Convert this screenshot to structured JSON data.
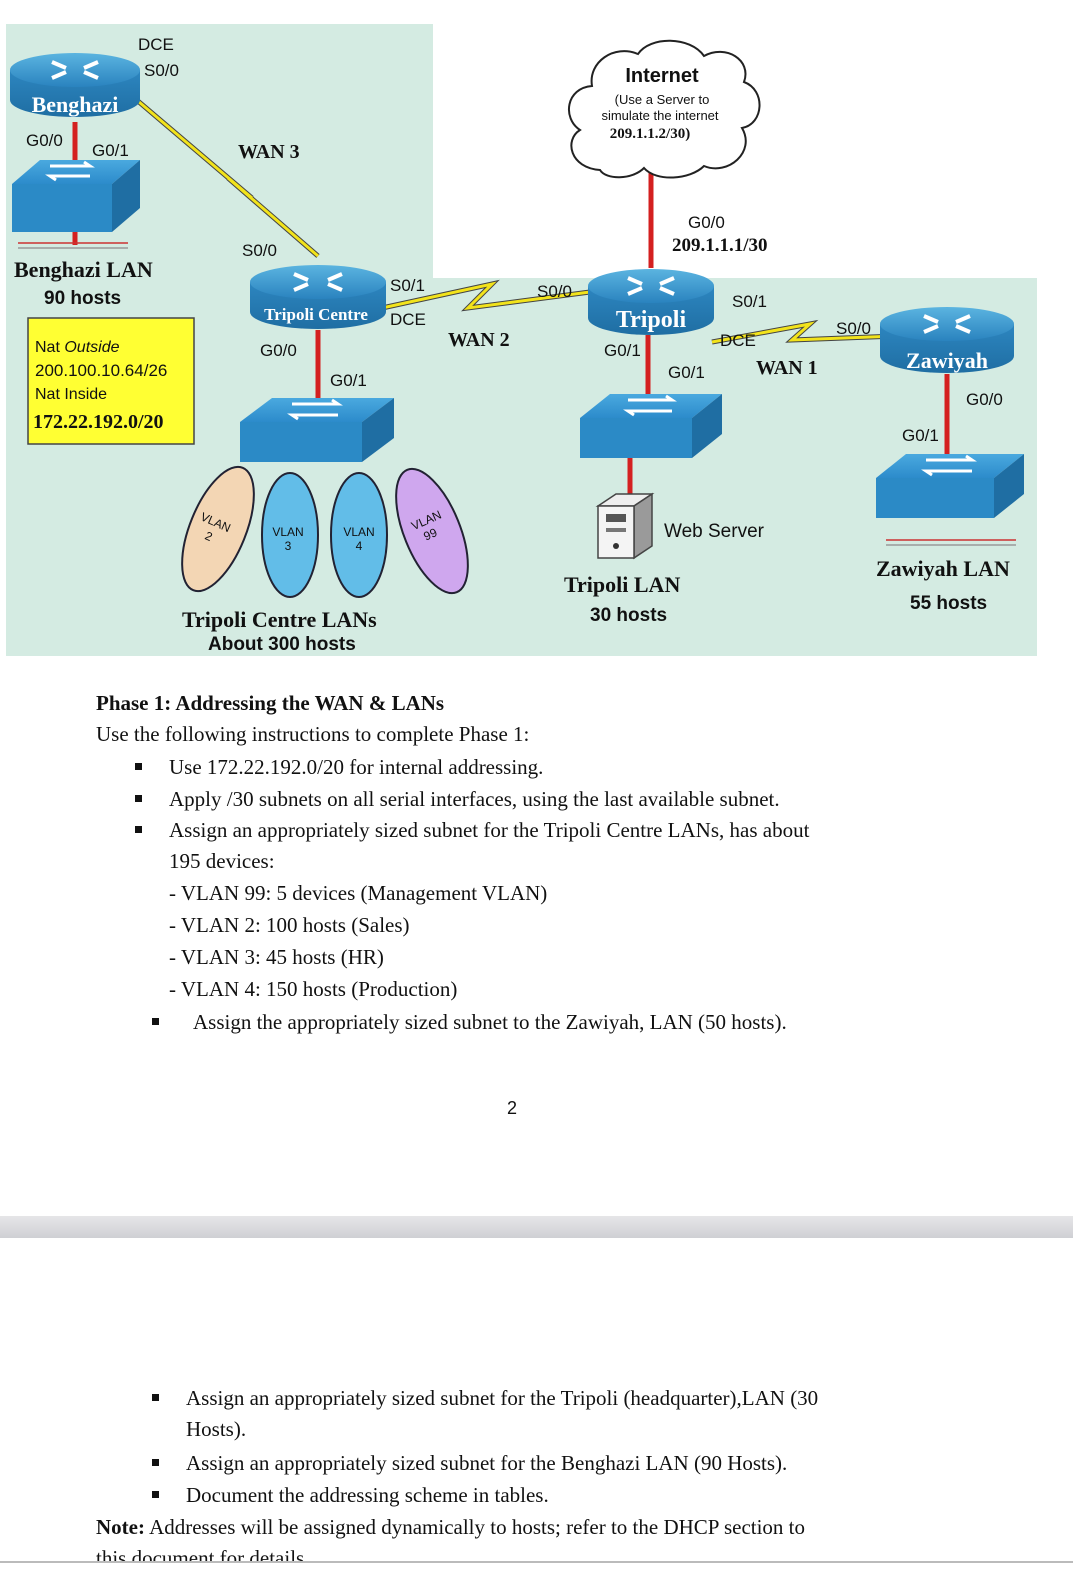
{
  "diagram": {
    "routers": {
      "benghazi": "Benghazi",
      "tripoli_centre": "Tripoli Centre",
      "tripoli": "Tripoli",
      "zawiyah": "Zawiyah"
    },
    "interfaces": {
      "benghazi_dce": "DCE",
      "benghazi_s00": "S0/0",
      "benghazi_g00": "G0/0",
      "benghazi_g01": "G0/1",
      "tc_s00": "S0/0",
      "tc_s01": "S0/1",
      "tc_dce": "DCE",
      "tc_g00": "G0/0",
      "tc_g01": "G0/1",
      "tripoli_s00": "S0/0",
      "tripoli_s01": "S0/1",
      "tripoli_dce": "DCE",
      "tripoli_g00": "G0/0",
      "tripoli_g00_ip": "209.1.1.1/30",
      "tripoli_g01_a": "G0/1",
      "tripoli_g01_b": "G0/1",
      "zawiyah_s00": "S0/0",
      "zawiyah_g00": "G0/0",
      "zawiyah_g01": "G0/1"
    },
    "wans": {
      "wan1": "WAN 1",
      "wan2": "WAN 2",
      "wan3": "WAN 3"
    },
    "internet": {
      "title": "Internet",
      "line1": "(Use a Server to",
      "line2": "simulate the internet",
      "line3": "209.1.1.2/30)"
    },
    "nat": {
      "outside_label": "Nat",
      "outside_word": "Outside",
      "outside_net": "200.100.10.64/26",
      "inside_label": "Nat Inside",
      "inside_net": "172.22.192.0/20"
    },
    "lans": {
      "benghazi_title": "Benghazi LAN",
      "benghazi_hosts": "90 hosts",
      "tc_title": "Tripoli Centre LANs",
      "tc_hosts": "About 300 hosts",
      "tripoli_title": "Tripoli LAN",
      "tripoli_hosts": "30 hosts",
      "zawiyah_title": "Zawiyah LAN",
      "zawiyah_hosts": "55 hosts",
      "web_server": "Web Server"
    },
    "vlans": [
      {
        "top": "VLAN",
        "num": "2"
      },
      {
        "top": "VLAN",
        "num": "3"
      },
      {
        "top": "VLAN",
        "num": "4"
      },
      {
        "top": "VLAN",
        "num": "99"
      }
    ],
    "colors": {
      "bg_left": "#d4ebe2",
      "bg_right": "#d4ebe2",
      "router": "#2e86b8",
      "switch": "#2b8ac6",
      "nat_box": "#ffff33",
      "red_link": "#d42020",
      "serial": "#f2e31b",
      "vlan2": "#f3d6b4",
      "vlan34": "#62bde8",
      "vlan99": "#cfa7ee"
    }
  },
  "doc": {
    "heading": "Phase 1: Addressing the WAN & LANs",
    "intro": "Use the following instructions to complete Phase 1:",
    "b1": "Use 172.22.192.0/20 for internal addressing.",
    "b2": "Apply /30 subnets on all serial interfaces, using the last available subnet.",
    "b3_line1": "Assign an appropriately sized subnet for the Tripoli Centre LANs, has about",
    "b3_line2": "195 devices:",
    "sub1": "- VLAN 99: 5 devices (Management VLAN)",
    "sub2": "- VLAN 2: 100 hosts (Sales)",
    "sub3": "- VLAN 3: 45 hosts (HR)",
    "sub4": "- VLAN 4: 150 hosts (Production)",
    "b4": "Assign the appropriately sized subnet to the Zawiyah, LAN (50 hosts).",
    "page_number": "2",
    "b5_line1": "Assign an appropriately sized subnet for the Tripoli (headquarter),LAN (30",
    "b5_line2": "Hosts).",
    "b6": "Assign an appropriately sized subnet for the Benghazi LAN (90 Hosts).",
    "b7": "Document the addressing scheme in tables.",
    "note_label": "Note:",
    "note_line1": " Addresses will be assigned dynamically to hosts; refer to the DHCP section to",
    "note_line2": "this document for details."
  }
}
